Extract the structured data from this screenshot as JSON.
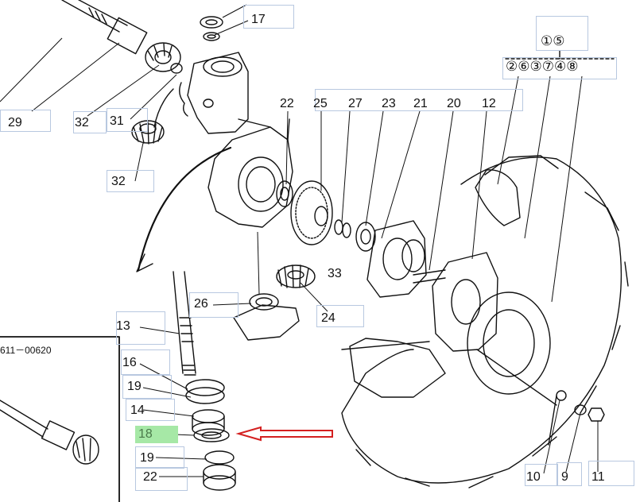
{
  "diagram": {
    "part_labels": {
      "p29": "29",
      "p32a": "32",
      "p31": "31",
      "p32b": "32",
      "p17": "17",
      "p22a": "22",
      "p25": "25",
      "p27": "27",
      "p23": "23",
      "p21": "21",
      "p20": "20",
      "p12": "12",
      "p26": "26",
      "p33": "33",
      "p24": "24",
      "p13": "13",
      "p16": "16",
      "p19a": "19",
      "p14": "14",
      "p18": "18",
      "p19b": "19",
      "p22b": "22",
      "p10": "10",
      "p9": "9",
      "p11": "11"
    },
    "variant_labels": {
      "top": "①⑤",
      "row": "②⑥③⑦④⑧"
    },
    "inset_code": "611－00620",
    "colors": {
      "highlight": "#a6e8a6",
      "arrow": "#d42020",
      "box": "#b8c8e0"
    }
  }
}
